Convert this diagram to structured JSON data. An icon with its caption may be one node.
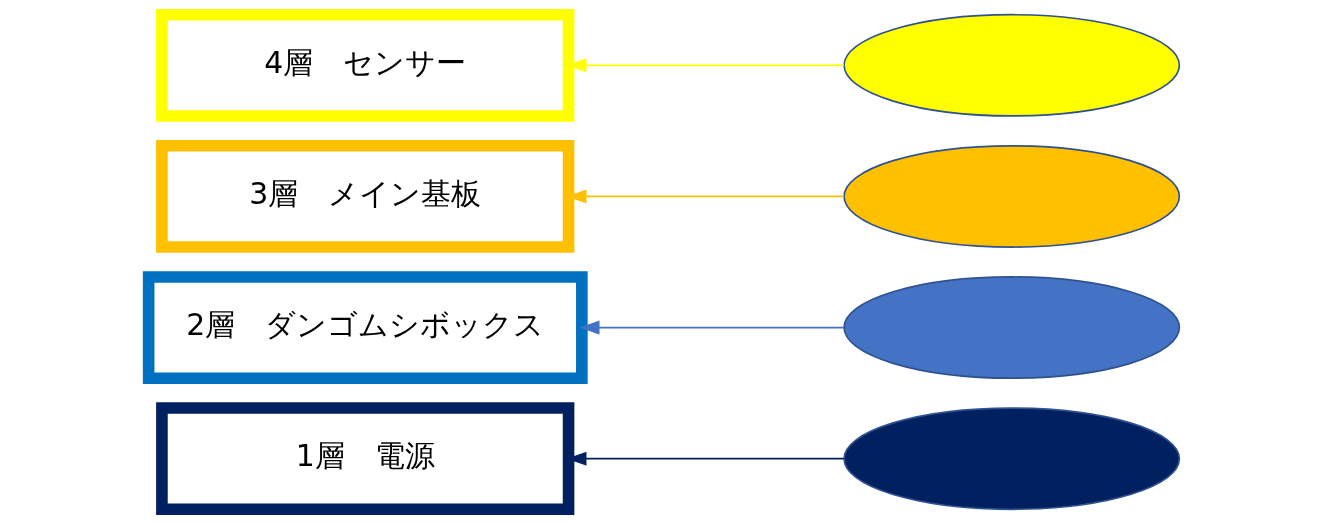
{
  "diagram": {
    "nodes": [
      {
        "text": [
          "4層　センサー"
        ]
      },
      {
        "text": [
          "3層　メイン基板"
        ]
      },
      {
        "text": [
          "2層　ダンゴムシボックス"
        ]
      },
      {
        "text": [
          "1層　電源"
        ]
      },
      {
        "text": [],
        "shape": "ellipse"
      },
      {
        "text": [],
        "shape": "ellipse"
      },
      {
        "text": [],
        "shape": "ellipse"
      },
      {
        "text": [],
        "shape": "ellipse"
      }
    ],
    "edges": [
      {
        "from": 4,
        "to": 0,
        "arrow": "to",
        "color": "#ffff00"
      },
      {
        "from": 5,
        "to": 1,
        "arrow": "to",
        "color": "#ffc000"
      },
      {
        "from": 6,
        "to": 2,
        "arrow": "to",
        "color": "#4472c4"
      },
      {
        "from": 7,
        "to": 3,
        "arrow": "to",
        "color": "#002060"
      }
    ]
  }
}
